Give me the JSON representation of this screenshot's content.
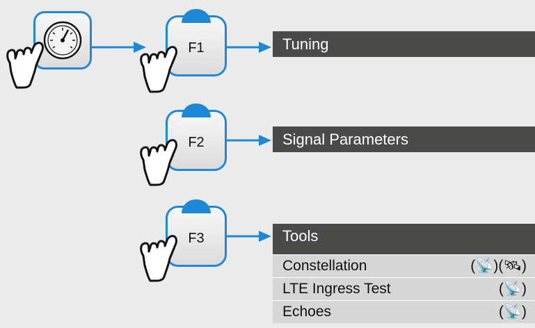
{
  "keys": {
    "f1": "F1",
    "f2": "F2",
    "f3": "F3"
  },
  "bars": {
    "tuning": "Tuning",
    "signal_parameters": "Signal Parameters",
    "tools": "Tools"
  },
  "tools_items": [
    {
      "label": "Constellation",
      "icons": "(📡)(🛰)"
    },
    {
      "label": "LTE Ingress Test",
      "icons": "(📡)"
    },
    {
      "label": "Echoes",
      "icons": "(📡)"
    }
  ],
  "colors": {
    "accent": "#1e88d6",
    "bar": "#4a4a48",
    "list": "#d6d6d6",
    "background": "#ebebeb"
  }
}
